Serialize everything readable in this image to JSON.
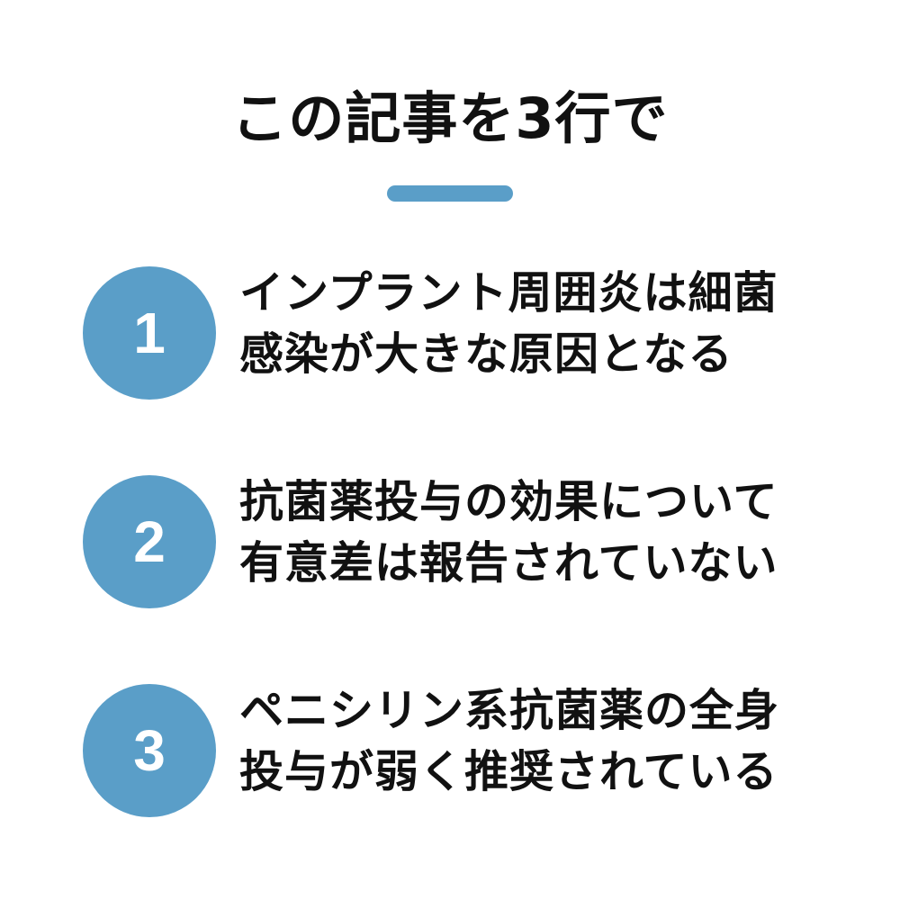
{
  "header": {
    "title": "この記事を3行で"
  },
  "theme": {
    "accent_color": "#5a9ec8",
    "text_color": "#111111",
    "background_color": "#ffffff"
  },
  "points": [
    {
      "number": "1",
      "lines": [
        "インプラント周囲炎は細菌",
        "感染が大きな原因となる"
      ]
    },
    {
      "number": "2",
      "lines": [
        "抗菌薬投与の効果について",
        "有意差は報告されていない"
      ]
    },
    {
      "number": "3",
      "lines": [
        "ペニシリン系抗菌薬の全身",
        "投与が弱く推奨されている"
      ]
    }
  ]
}
